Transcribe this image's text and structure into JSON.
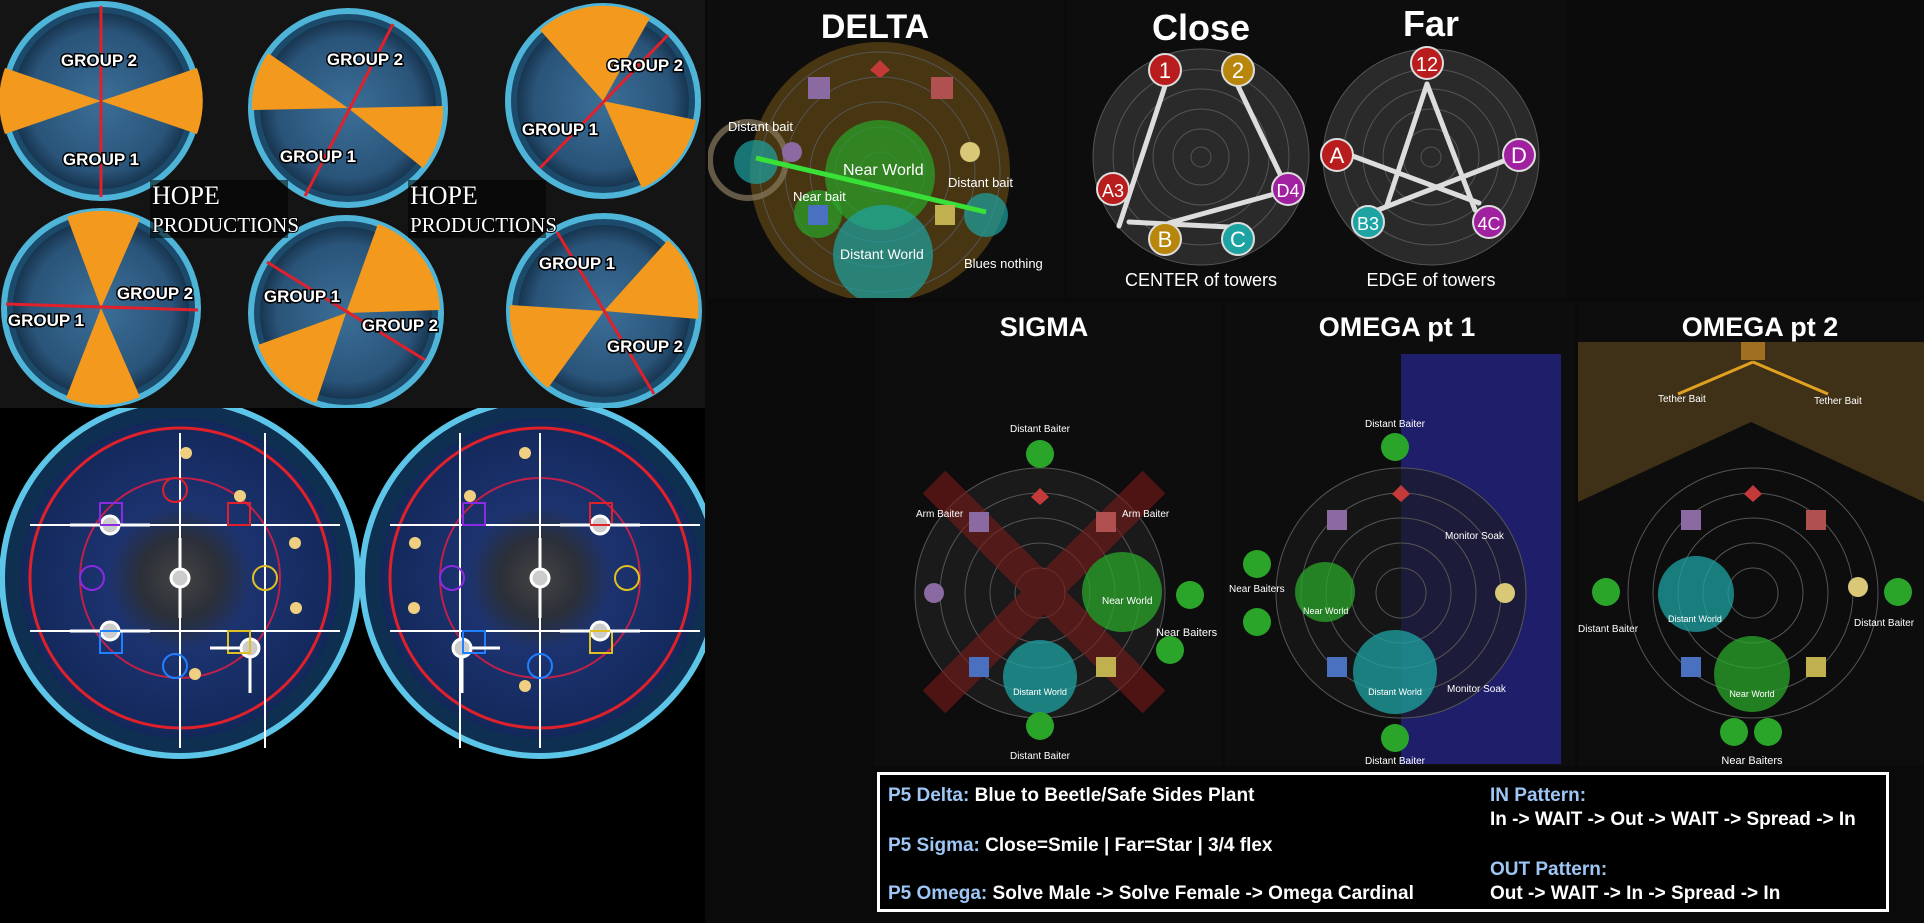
{
  "watermark": {
    "line1": "HOPE",
    "line2": "PRODUCTIONS"
  },
  "group_panels": [
    {
      "top_label": "GROUP 2",
      "bottom_label": "GROUP 1"
    },
    {
      "top_label": "GROUP 2",
      "bottom_label": "GROUP 1"
    },
    {
      "top_label": "GROUP 2",
      "bottom_label": "GROUP 1"
    },
    {
      "top_label": "GROUP 2",
      "bottom_label": "GROUP 1"
    },
    {
      "top_label": "GROUP 1",
      "bottom_label": "GROUP 2"
    },
    {
      "top_label": "GROUP 1",
      "bottom_label": "GROUP 2"
    }
  ],
  "delta": {
    "title": "DELTA",
    "labels": {
      "distant_bait_left": "Distant bait",
      "near_world": "Near World",
      "distant_bait_right": "Distant bait",
      "near_bait": "Near bait",
      "distant_world": "Distant World",
      "blues_nothing": "Blues nothing"
    }
  },
  "close": {
    "title": "Close",
    "caption": "CENTER of towers",
    "markers": [
      "1",
      "2",
      "A3",
      "D4",
      "B",
      "C"
    ]
  },
  "far": {
    "title": "Far",
    "caption": "EDGE of towers",
    "markers": [
      "12",
      "A",
      "D",
      "B3",
      "4C"
    ]
  },
  "sigma": {
    "title": "SIGMA",
    "labels": {
      "distant_baiter_top": "Distant Baiter",
      "arm_baiter_left": "Arm Baiter",
      "arm_baiter_right": "Arm Baiter",
      "near_world": "Near World",
      "near_baiters": "Near Baiters",
      "distant_world": "Distant World",
      "distant_baiter_bottom": "Distant Baiter"
    }
  },
  "omega1": {
    "title": "OMEGA pt 1",
    "labels": {
      "distant_baiter_top": "Distant Baiter",
      "monitor_soak_top": "Monitor Soak",
      "near_baiters": "Near Baiters",
      "near_world": "Near World",
      "distant_world": "Distant World",
      "monitor_soak_bottom": "Monitor Soak",
      "distant_baiter_bottom": "Distant Baiter"
    }
  },
  "omega2": {
    "title": "OMEGA pt 2",
    "labels": {
      "tether_bait_left": "Tether Bait",
      "tether_bait_right": "Tether Bait",
      "distant_baiter_left": "Distant Baiter",
      "distant_world": "Distant World",
      "distant_baiter_right": "Distant Baiter",
      "near_world": "Near World",
      "near_baiters": "Near Baiters"
    }
  },
  "summary": {
    "delta_label": "P5 Delta:",
    "delta_text": "Blue to Beetle/Safe Sides Plant",
    "sigma_label": "P5 Sigma:",
    "sigma_text": "Close=Smile | Far=Star | 3/4 flex",
    "omega_label": "P5 Omega:",
    "omega_text": "Solve Male -> Solve Female -> Omega Cardinal",
    "in_label": "IN Pattern:",
    "in_text": "In -> WAIT -> Out -> WAIT -> Spread -> In",
    "out_label": "OUT Pattern:",
    "out_text": "Out -> WAIT -> In -> Spread -> In"
  },
  "colors": {
    "orange": "#f39a1e",
    "arena_blue": "#2f5f86",
    "red_line": "#e0202a",
    "near_green": "#2aa52a",
    "teal_world": "#1ea3a3"
  }
}
